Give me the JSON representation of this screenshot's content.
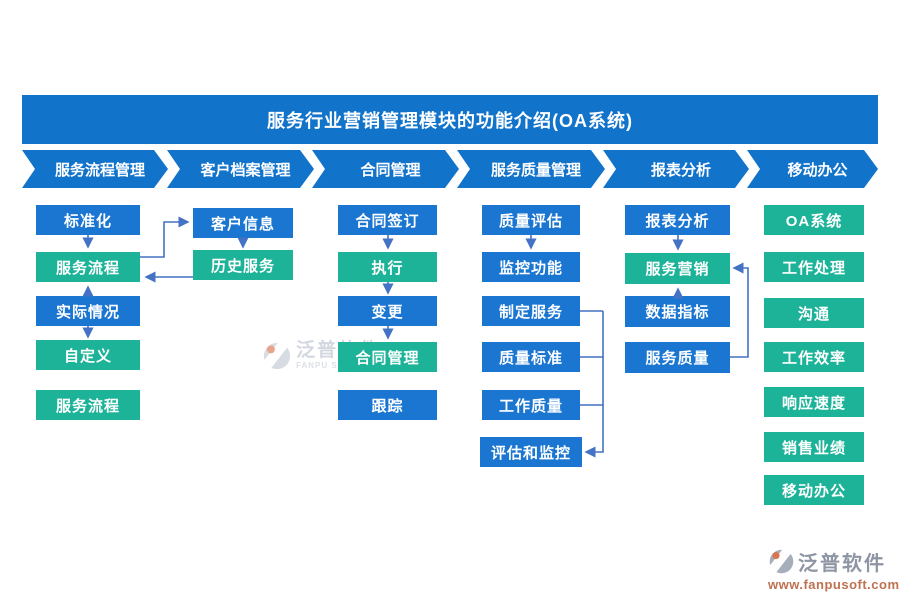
{
  "title": "服务行业营销管理模块的功能介绍(OA系统)",
  "colors": {
    "header_blue": "#1273cb",
    "box_blue": "#1b76d1",
    "box_green": "#1db398",
    "connector_blue": "#4472c4",
    "watermark_gray": "#d3d8e0",
    "logo_text_gray": "#8e95a3",
    "logo_url_orange": "#bf7150",
    "logo_dot_orange": "#d9764f"
  },
  "columns": [
    {
      "header": "服务流程管理",
      "boxes": [
        {
          "label": "标准化",
          "color": "blue"
        },
        {
          "label": "服务流程",
          "color": "green"
        },
        {
          "label": "实际情况",
          "color": "blue"
        },
        {
          "label": "自定义",
          "color": "green"
        },
        {
          "label": "服务流程",
          "color": "green"
        }
      ]
    },
    {
      "header": "客户档案管理",
      "boxes": [
        {
          "label": "客户信息",
          "color": "blue"
        },
        {
          "label": "历史服务",
          "color": "green"
        }
      ]
    },
    {
      "header": "合同管理",
      "boxes": [
        {
          "label": "合同签订",
          "color": "blue"
        },
        {
          "label": "执行",
          "color": "green"
        },
        {
          "label": "变更",
          "color": "blue"
        },
        {
          "label": "合同管理",
          "color": "green"
        },
        {
          "label": "跟踪",
          "color": "blue"
        }
      ]
    },
    {
      "header": "服务质量管理",
      "boxes": [
        {
          "label": "质量评估",
          "color": "blue"
        },
        {
          "label": "监控功能",
          "color": "blue"
        },
        {
          "label": "制定服务",
          "color": "blue"
        },
        {
          "label": "质量标准",
          "color": "blue"
        },
        {
          "label": "工作质量",
          "color": "blue"
        },
        {
          "label": "评估和监控",
          "color": "blue"
        }
      ]
    },
    {
      "header": "报表分析",
      "boxes": [
        {
          "label": "报表分析",
          "color": "blue"
        },
        {
          "label": "服务营销",
          "color": "green"
        },
        {
          "label": "数据指标",
          "color": "blue"
        },
        {
          "label": "服务质量",
          "color": "blue"
        }
      ]
    },
    {
      "header": "移动办公",
      "boxes": [
        {
          "label": "OA系统",
          "color": "green"
        },
        {
          "label": "工作处理",
          "color": "green"
        },
        {
          "label": "沟通",
          "color": "green"
        },
        {
          "label": "工作效率",
          "color": "green"
        },
        {
          "label": "响应速度",
          "color": "green"
        },
        {
          "label": "销售业绩",
          "color": "green"
        },
        {
          "label": "移动办公",
          "color": "green"
        }
      ]
    }
  ],
  "watermark": {
    "brand": "泛普软件",
    "caption": "FANPU SOFTWARE"
  },
  "footer_logo": {
    "brand": "泛普软件",
    "url": "www.fanpusoft.com"
  }
}
